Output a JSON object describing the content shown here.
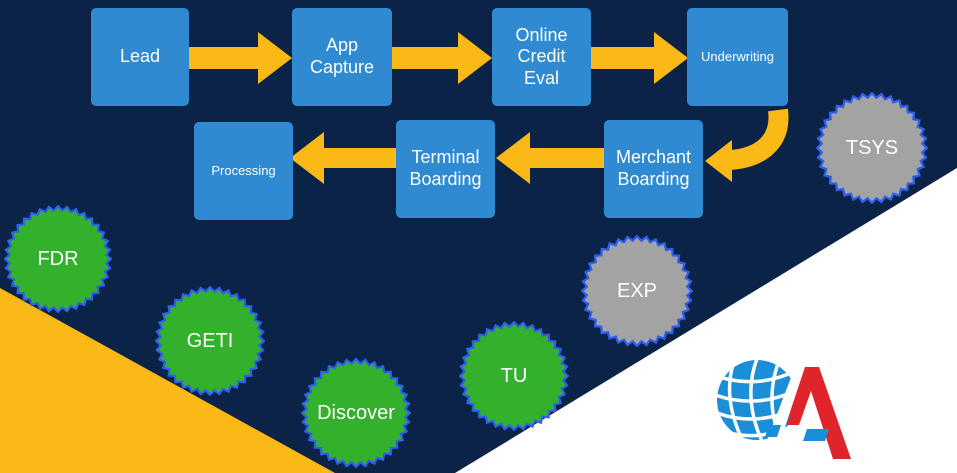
{
  "diagram": {
    "steps_row1": [
      {
        "id": "lead",
        "label": "Lead"
      },
      {
        "id": "app-capture",
        "label": "App\nCapture"
      },
      {
        "id": "online-credit-eval",
        "label": "Online\nCredit\nEval"
      },
      {
        "id": "underwriting",
        "label": "Underwriting"
      }
    ],
    "steps_row2": [
      {
        "id": "merchant-boarding",
        "label": "Merchant\nBoarding"
      },
      {
        "id": "terminal-boarding",
        "label": "Terminal\nBoarding"
      },
      {
        "id": "processing",
        "label": "Processing"
      }
    ]
  },
  "badges": {
    "tsys": "TSYS",
    "exp": "EXP",
    "fdr": "FDR",
    "geti": "GETI",
    "tu": "TU",
    "discover": "Discover"
  },
  "colors": {
    "background": "#0b2347",
    "box": "#2f8ad2",
    "arrow": "#fbb917",
    "badge_green": "#33b12d",
    "badge_gray": "#a3a3a3",
    "badge_border": "#2f5ff0",
    "white_band": "#ffffff",
    "yellow_band": "#fbb917",
    "logo_blue": "#1b8ed8",
    "logo_red": "#e0242b"
  }
}
